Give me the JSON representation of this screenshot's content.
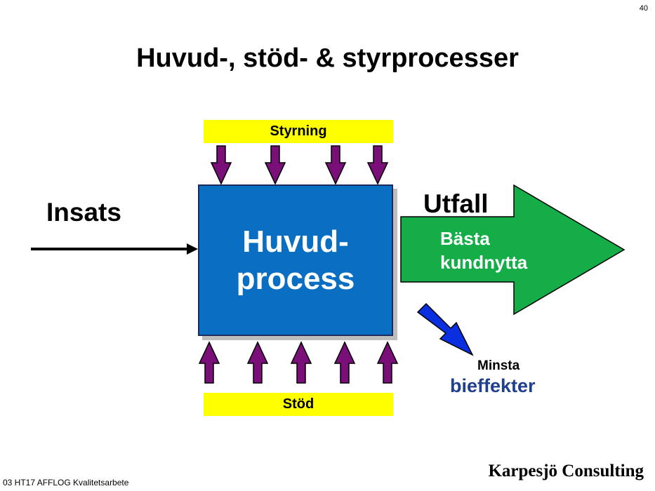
{
  "slide_number": "40",
  "title": "Huvud-, stöd- & styrprocesser",
  "control_label": "Styrning",
  "support_label": "Stöd",
  "main_process": {
    "line1": "Huvud-",
    "line2": "process"
  },
  "input_label": "Insats",
  "output_label": "Utfall",
  "outcome": {
    "line1": "Bästa",
    "line2": "kundnytta"
  },
  "side_effects": {
    "small": "Minsta",
    "large": "bieffekter"
  },
  "footer": {
    "left": "03 HT17 AFFLOG Kvalitetsarbete",
    "right": "Karpesjö Consulting"
  },
  "colors": {
    "yellow_box": "#ffff00",
    "main_box": "#0a6fc2",
    "purple_arrow": "#7a0f7a",
    "green_arrow": "#14ad48",
    "blue_arrow": "#0a2fe0",
    "side_effects_text": "#1f3f8f"
  }
}
